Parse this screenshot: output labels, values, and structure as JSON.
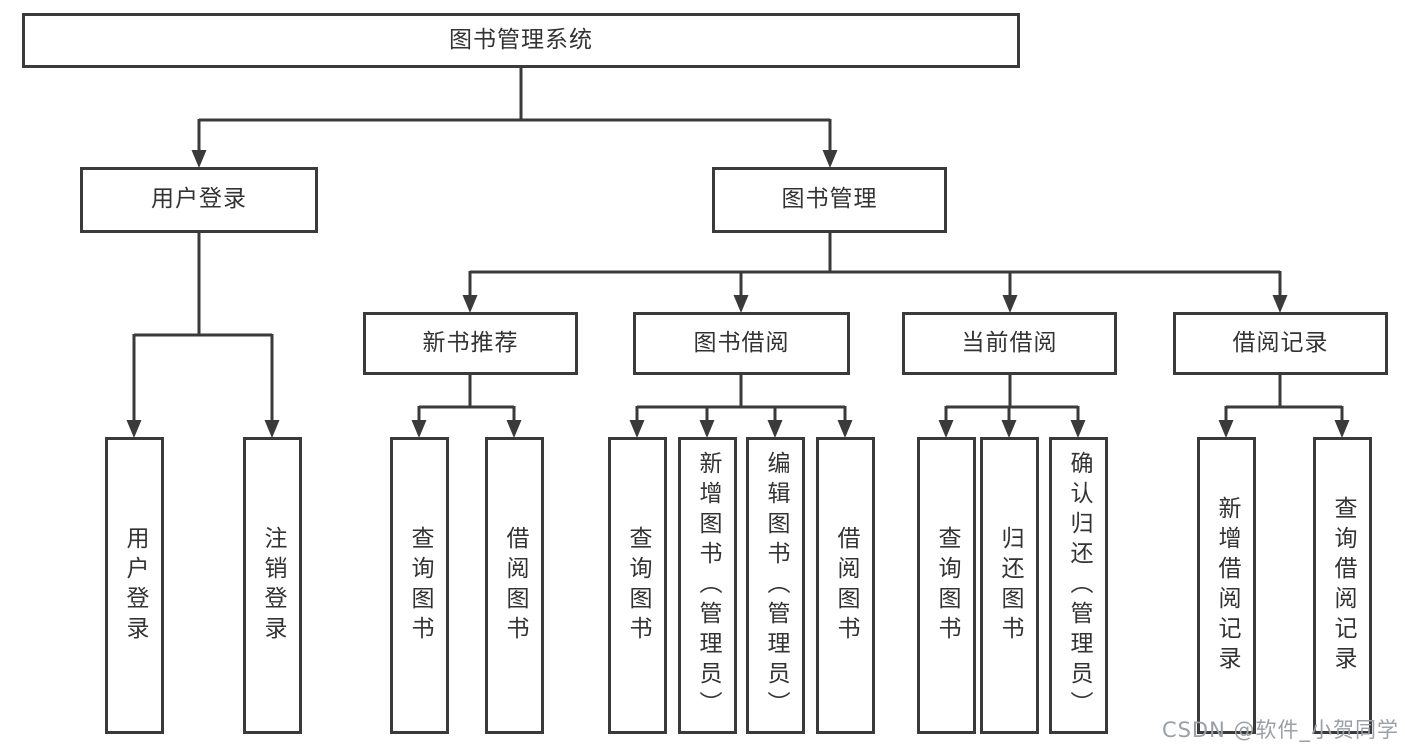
{
  "diagram_type": "hierarchy-tree",
  "colors": {
    "line": "#3a3a3a",
    "box_border": "#3a3a3a",
    "box_fill": "#ffffff",
    "text": "#333333",
    "watermark": "#9aa0a6",
    "background": "#ffffff"
  },
  "tree": {
    "root": {
      "label": "图书管理系统"
    },
    "children": [
      {
        "label": "用户登录",
        "children": [
          {
            "label": "用户登录"
          },
          {
            "label": "注销登录"
          }
        ]
      },
      {
        "label": "图书管理",
        "children": [
          {
            "label": "新书推荐",
            "children": [
              {
                "label": "查询图书"
              },
              {
                "label": "借阅图书"
              }
            ]
          },
          {
            "label": "图书借阅",
            "children": [
              {
                "label": "查询图书"
              },
              {
                "label": "新增图书（管理员）"
              },
              {
                "label": "编辑图书（管理员）"
              },
              {
                "label": "借阅图书"
              }
            ]
          },
          {
            "label": "当前借阅",
            "children": [
              {
                "label": "查询图书"
              },
              {
                "label": "归还图书"
              },
              {
                "label": "确认归还（管理员）"
              }
            ]
          },
          {
            "label": "借阅记录",
            "children": [
              {
                "label": "新增借阅记录"
              },
              {
                "label": "查询借阅记录"
              }
            ]
          }
        ]
      }
    ]
  },
  "watermark": "CSDN @软件_小贺同学"
}
